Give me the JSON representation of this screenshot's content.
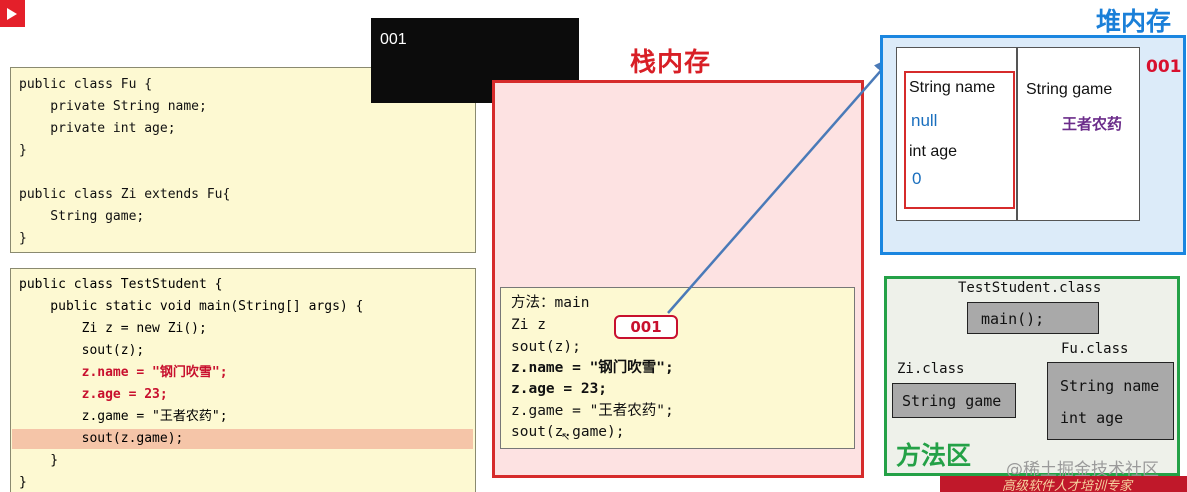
{
  "fu_class_code": [
    "public class Fu {",
    "    private String name;",
    "    private int age;",
    "}",
    "",
    "public class Zi extends Fu{",
    "    String game;",
    "}"
  ],
  "test_code": [
    "public class TestStudent {",
    "    public static void main(String[] args) {",
    "        Zi z = new Zi();",
    "        sout(z);",
    "        z.name = \"钢门吹雪\";",
    "        z.age = 23;",
    "        z.game = \"王者农药\";",
    "        sout(z.game);",
    "    }",
    "}"
  ],
  "tooltip_text": "001",
  "stack": {
    "title": "栈内存",
    "frame_lines": [
      "方法：main",
      "Zi z",
      "sout(z);",
      "z.name = \"钢门吹雪\";",
      "z.age = 23;",
      "z.game = \"王者农药\";",
      "sout(z.game);"
    ],
    "address_pill": "001"
  },
  "heap": {
    "title": "堆内存",
    "address": "001",
    "fu_field_name": "String name",
    "fu_field_name_value": "null",
    "fu_field_age": "int age",
    "fu_field_age_value": "0",
    "zi_field_game": "String game",
    "zi_field_game_value": "王者农药"
  },
  "method_area": {
    "title": "方法区",
    "test_student_class": "TestStudent.class",
    "main_method": "main();",
    "zi_class": "Zi.class",
    "zi_field": "String game",
    "fu_class": "Fu.class",
    "fu_fields": [
      "String name",
      "int age"
    ]
  },
  "watermark": "@稀土掘金技术社区",
  "bottom_strip": "高级软件人才培训专家",
  "colors": {
    "stack_red": "#d62b2b",
    "heap_blue": "#1a86e0",
    "method_green": "#24a147",
    "code_bg": "#fdf9d2",
    "string_value_purple": "#6b2c8a",
    "highlight": "#f5c5a8"
  }
}
